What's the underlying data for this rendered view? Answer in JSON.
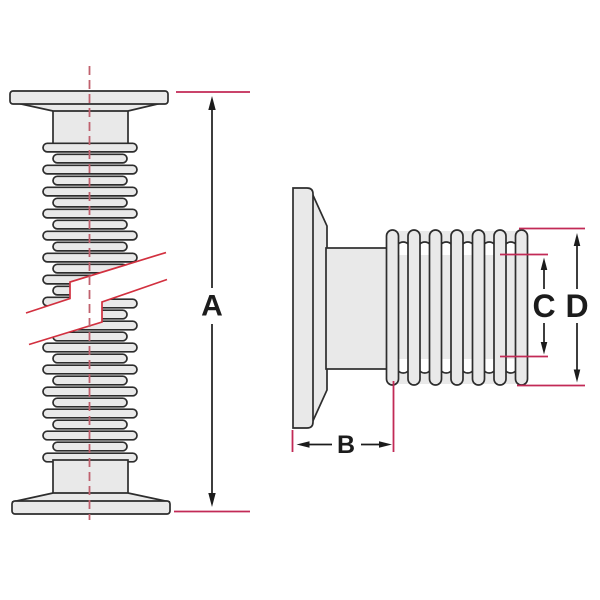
{
  "drawing": {
    "labels": {
      "overall_length": "A",
      "flange_length": "B",
      "inner_diameter": "C",
      "outer_diameter": "D"
    },
    "colors": {
      "background": "#ffffff",
      "part_fill": "#e9e9e9",
      "part_outline": "#2d2d2d",
      "dimension_red": "#c22a56",
      "break_red": "#d2303f",
      "centerline_red": "#c0616e",
      "arrow_black": "#1c1c1c"
    }
  }
}
